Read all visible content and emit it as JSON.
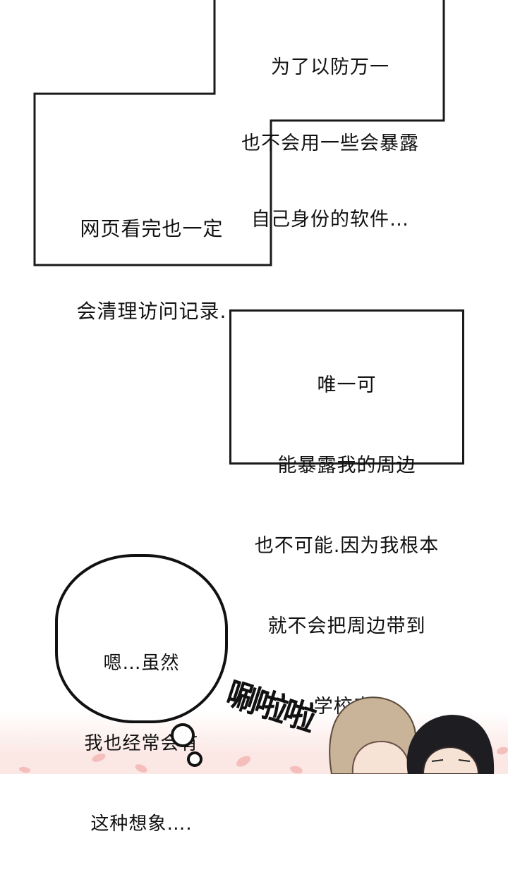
{
  "panel1": {
    "lines": [
      "为了以防万一",
      "也不会用一些会暴露",
      "自己身份的软件…"
    ]
  },
  "panel2": {
    "lines": [
      "网页看完也一定",
      "会清理访问记录."
    ]
  },
  "panel3": {
    "lines": [
      "唯一可",
      "能暴露我的周边",
      "也不可能.因为我根本",
      "就不会把周边带到",
      "学校来."
    ]
  },
  "bubble": {
    "lines": [
      "嗯…虽然",
      "我也经常会有",
      "这种想象…."
    ]
  },
  "sfx": {
    "text": "唰啦啦"
  },
  "colors": {
    "border": "#1a1a1a",
    "petal": "#f2b8b4",
    "hair_light": "#c9b49a",
    "hair_dark": "#1e1e22"
  }
}
